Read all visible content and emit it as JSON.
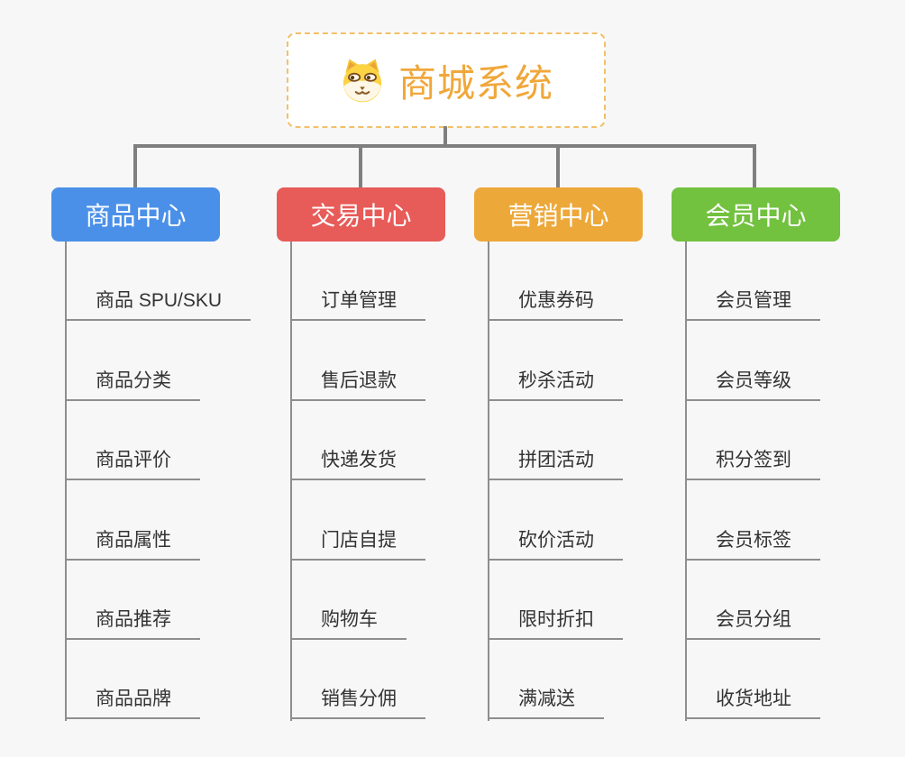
{
  "root": {
    "title": "商城系统",
    "icon": "shiba-dog-icon"
  },
  "branches": [
    {
      "label": "商品中心",
      "color": "#4b90e8",
      "items": [
        "商品 SPU/SKU",
        "商品分类",
        "商品评价",
        "商品属性",
        "商品推荐",
        "商品品牌"
      ]
    },
    {
      "label": "交易中心",
      "color": "#e75b58",
      "items": [
        "订单管理",
        "售后退款",
        "快递发货",
        "门店自提",
        "购物车",
        "销售分佣"
      ]
    },
    {
      "label": "营销中心",
      "color": "#eda83a",
      "items": [
        "优惠券码",
        "秒杀活动",
        "拼团活动",
        "砍价活动",
        "限时折扣",
        "满减送"
      ]
    },
    {
      "label": "会员中心",
      "color": "#72c13f",
      "items": [
        "会员管理",
        "会员等级",
        "积分签到",
        "会员标签",
        "会员分组",
        "收货地址"
      ]
    }
  ],
  "colors": {
    "background": "#f7f7f7",
    "root_title": "#f0a73a",
    "root_border": "#f2c069",
    "connector": "#7f7f7f",
    "sub_line": "#8e8e8e",
    "item_text": "#333333"
  }
}
